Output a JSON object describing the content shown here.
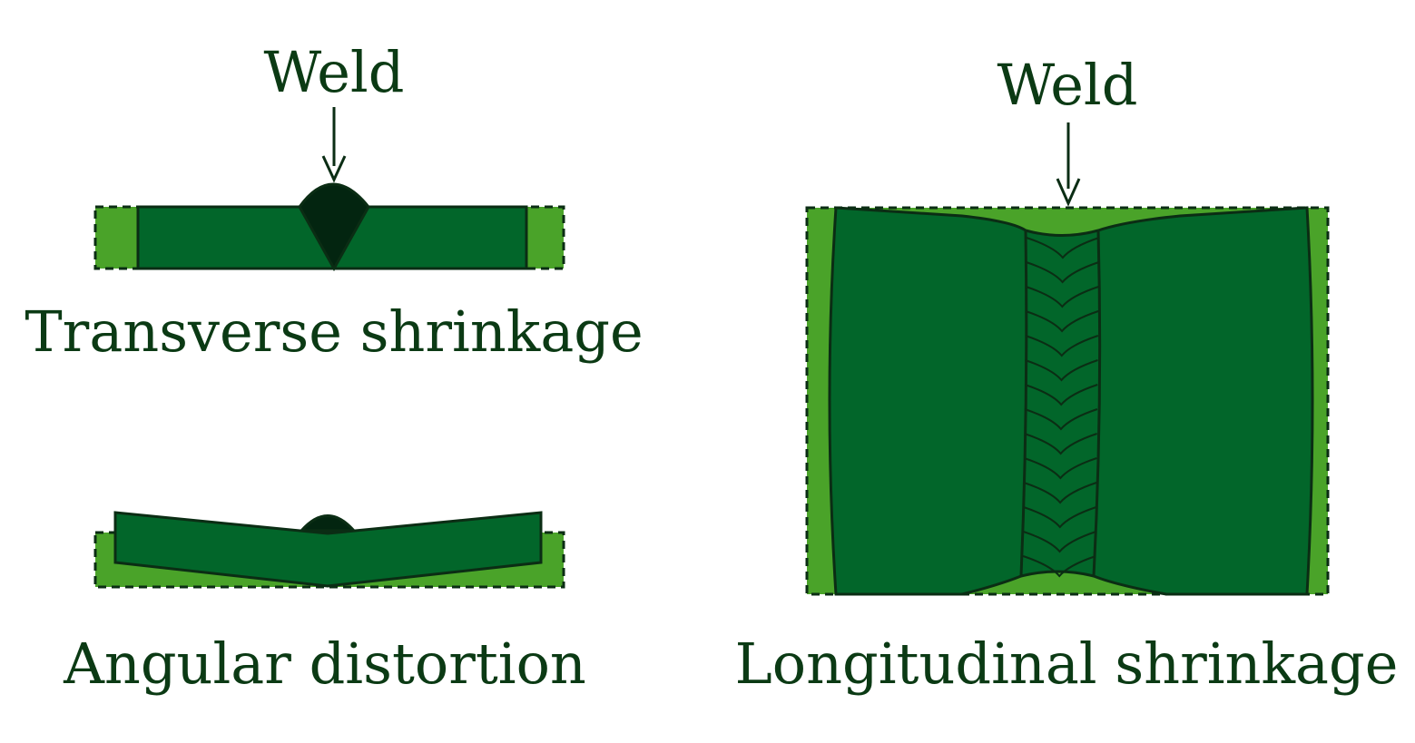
{
  "transverse": {
    "weld_label": "Weld",
    "caption": "Transverse shrinkage"
  },
  "angular": {
    "caption": "Angular distortion"
  },
  "longitudinal": {
    "weld_label": "Weld",
    "caption": "Longitudinal shrinkage"
  },
  "colors": {
    "original_outline": "#4aa329",
    "plate": "#02662a",
    "weld_bead": "#032510",
    "stroke": "#0b2d14",
    "text": "#0b3a14"
  }
}
